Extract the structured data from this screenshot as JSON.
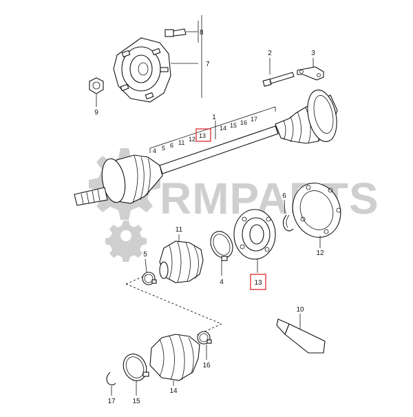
{
  "watermark": {
    "text": "RMPARTS",
    "color": "#cfcfcf"
  },
  "highlight_color": "#e0393e",
  "labels": {
    "p1": "1",
    "p2": "2",
    "p3": "3",
    "p4": "4",
    "p5": "5",
    "p6": "6",
    "p7": "7",
    "p8": "8",
    "p9": "9",
    "p10": "10",
    "p11": "11",
    "p12": "12",
    "p13": "13",
    "p14": "14",
    "p15": "15",
    "p16": "16",
    "p17": "17"
  },
  "shaft_refs": {
    "left_group": [
      "4",
      "5",
      "6",
      "11",
      "12"
    ],
    "highlighted": "13",
    "right_group": [
      "14",
      "15",
      "16",
      "17"
    ]
  },
  "icons": [
    "gear-watermark-icon"
  ]
}
